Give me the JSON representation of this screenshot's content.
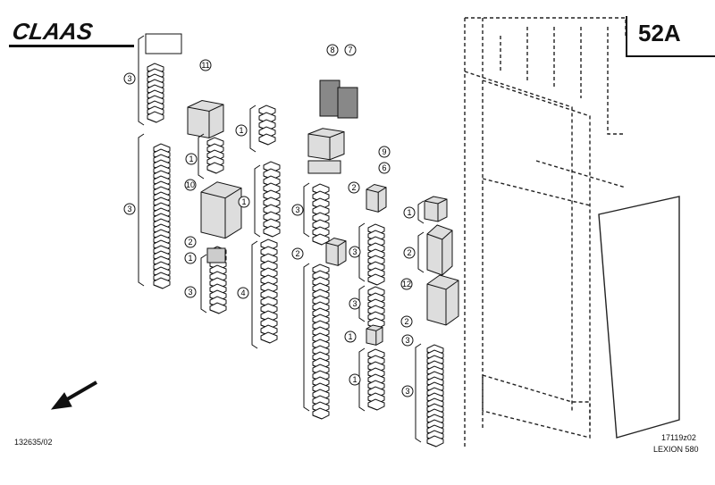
{
  "header": {
    "brand": "CLAAS",
    "page_number": "52A"
  },
  "footer": {
    "left_code": "132635/02",
    "right_code": "17119z02",
    "model": "LEXION 580"
  },
  "callouts": [
    "3",
    "11",
    "8",
    "7",
    "1",
    "1",
    "3",
    "9",
    "6",
    "10",
    "1",
    "2",
    "3",
    "2",
    "1",
    "1",
    "3",
    "4",
    "2",
    "3",
    "2",
    "12",
    "3",
    "1",
    "2",
    "3",
    "1",
    "3"
  ],
  "icons": {
    "direction": "arrow-down-left-icon",
    "parts": "fuse-relay-icon",
    "frame": "cab-frame-icon"
  }
}
